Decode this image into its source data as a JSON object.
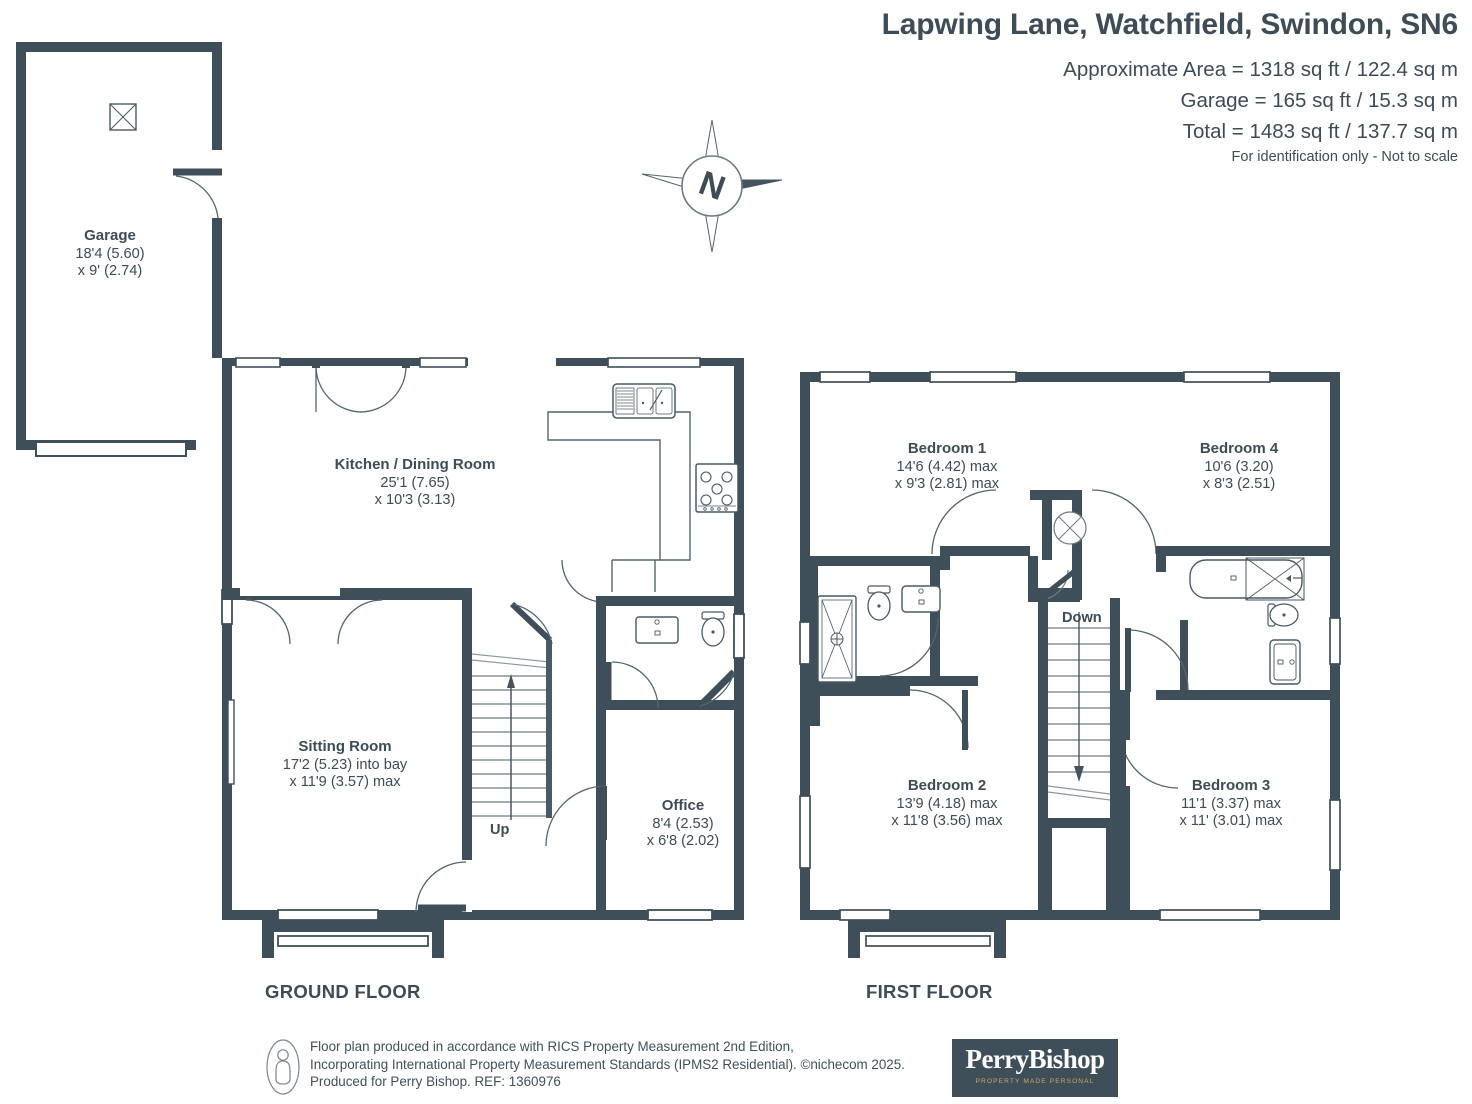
{
  "header": {
    "title": "Lapwing Lane, Watchfield, Swindon, SN6",
    "approx_area": "Approximate Area = 1318 sq ft / 122.4 sq m",
    "garage_area": "Garage = 165 sq ft / 15.3 sq m",
    "total_area": "Total = 1483 sq ft / 137.7 sq m",
    "disclaimer": "For identification only - Not to scale"
  },
  "compass": {
    "label": "N"
  },
  "floors": [
    {
      "id": "ground",
      "title": "GROUND FLOOR"
    },
    {
      "id": "first",
      "title": "FIRST FLOOR"
    }
  ],
  "ground_floor": {
    "rooms": [
      {
        "name": "Garage",
        "dim1": "18'4 (5.60)",
        "dim2": "x 9' (2.74)"
      },
      {
        "name": "Kitchen / Dining Room",
        "dim1": "25'1 (7.65)",
        "dim2": "x 10'3 (3.13)"
      },
      {
        "name": "Sitting Room",
        "dim1": "17'2 (5.23) into bay",
        "dim2": "x 11'9 (3.57) max"
      },
      {
        "name": "Office",
        "dim1": "8'4 (2.53)",
        "dim2": "x 6'8 (2.02)"
      }
    ],
    "stairs_label": "Up"
  },
  "first_floor": {
    "rooms": [
      {
        "name": "Bedroom 1",
        "dim1": "14'6 (4.42) max",
        "dim2": "x 9'3 (2.81) max"
      },
      {
        "name": "Bedroom 4",
        "dim1": "10'6 (3.20)",
        "dim2": "x 8'3 (2.51)"
      },
      {
        "name": "Bedroom 2",
        "dim1": "13'9 (4.18) max",
        "dim2": "x 11'8 (3.56) max"
      },
      {
        "name": "Bedroom 3",
        "dim1": "11'1 (3.37) max",
        "dim2": "x 11' (3.01) max"
      }
    ],
    "stairs_label": "Down"
  },
  "footer": {
    "line1": "Floor plan produced in accordance with RICS Property Measurement 2nd Edition,",
    "line2": "Incorporating International Property Measurement Standards (IPMS2 Residential).   ©nichecom 2025.",
    "line3": "Produced for Perry Bishop.   REF: 1360976",
    "logo_name": "PerryBishop",
    "logo_tagline": "PROPERTY MADE PERSONAL"
  },
  "colors": {
    "wall": "#3f4f59",
    "text": "#3d4c56",
    "fixture_stroke": "#4a5a64",
    "logo_bg": "#3f4f59",
    "logo_tagline": "#c9a96a"
  }
}
